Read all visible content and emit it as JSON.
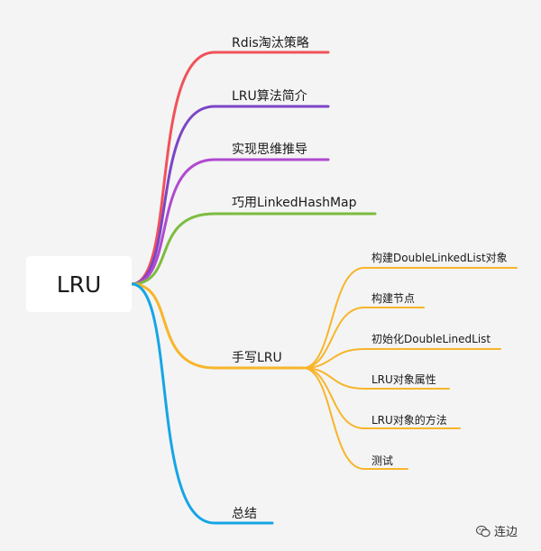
{
  "root": {
    "label": "LRU"
  },
  "branches": [
    {
      "label": "Rdis淘汰策略",
      "color": "#f0525a"
    },
    {
      "label": "LRU算法简介",
      "color": "#7c45c6"
    },
    {
      "label": "实现思维推导",
      "color": "#b04ad0"
    },
    {
      "label": "巧用LinkedHashMap",
      "color": "#7cbc3f"
    },
    {
      "label": "手写LRU",
      "color": "#f7b52a"
    },
    {
      "label": "总结",
      "color": "#16a5e6"
    }
  ],
  "subbranches": [
    {
      "label": "构建DoubleLinkedList对象"
    },
    {
      "label": "构建节点"
    },
    {
      "label": "初始化DoubleLinedList"
    },
    {
      "label": "LRU对象属性"
    },
    {
      "label": "LRU对象的方法"
    },
    {
      "label": "测试"
    }
  ],
  "watermark": {
    "text": "连边",
    "icon": "wechat-icon"
  }
}
